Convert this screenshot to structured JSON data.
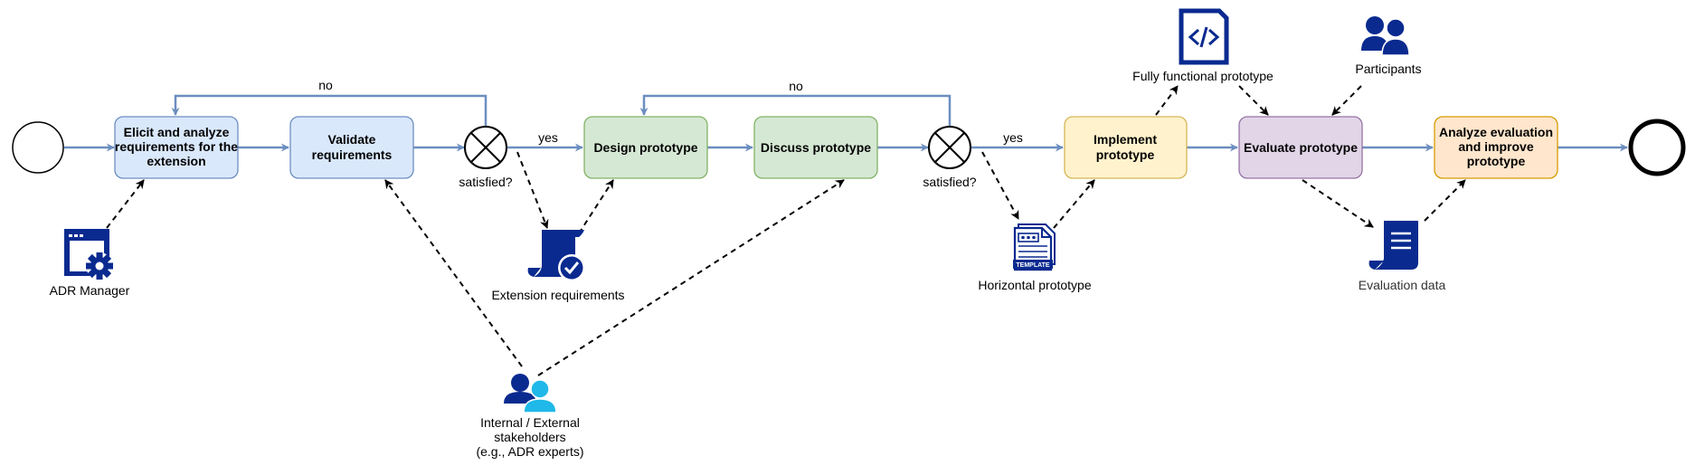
{
  "tasks": {
    "elicit": [
      "Elicit and analyze",
      "requirements for the",
      "extension"
    ],
    "validate": [
      "Validate",
      "requirements"
    ],
    "design": [
      "Design prototype"
    ],
    "discuss": [
      "Discuss prototype"
    ],
    "implement": [
      "Implement",
      "prototype"
    ],
    "evaluate": [
      "Evaluate prototype"
    ],
    "analyze": [
      "Analyze evaluation",
      "and improve",
      "prototype"
    ]
  },
  "gateways": {
    "first": {
      "label": "satisfied?",
      "yes": "yes",
      "no": "no"
    },
    "second": {
      "label": "satisfied?",
      "yes": "yes",
      "no": "no"
    }
  },
  "artifacts": {
    "adr_manager": "ADR Manager",
    "extension_requirements": "Extension requirements",
    "stakeholders": [
      "Internal / External",
      "stakeholders",
      "(e.g., ADR experts)"
    ],
    "horizontal_prototype": "Horizontal prototype",
    "template_text": "TEMPLATE",
    "fully_functional_prototype": "Fully functional prototype",
    "participants": "Participants",
    "evaluation_data": "Evaluation data"
  },
  "colors": {
    "flow": "#6c8ebf",
    "icon_dark": "#0a2a8f",
    "icon_light": "#1fb8e8",
    "blue_fill": "#dae8fc",
    "blue_stroke": "#6c8ebf",
    "green_fill": "#d5e8d4",
    "green_stroke": "#82b366",
    "yellow_fill": "#fff2cc",
    "yellow_stroke": "#d6b656",
    "purple_fill": "#e1d5e7",
    "purple_stroke": "#9673a6",
    "orange_fill": "#ffe6cc",
    "orange_stroke": "#d79b00"
  }
}
